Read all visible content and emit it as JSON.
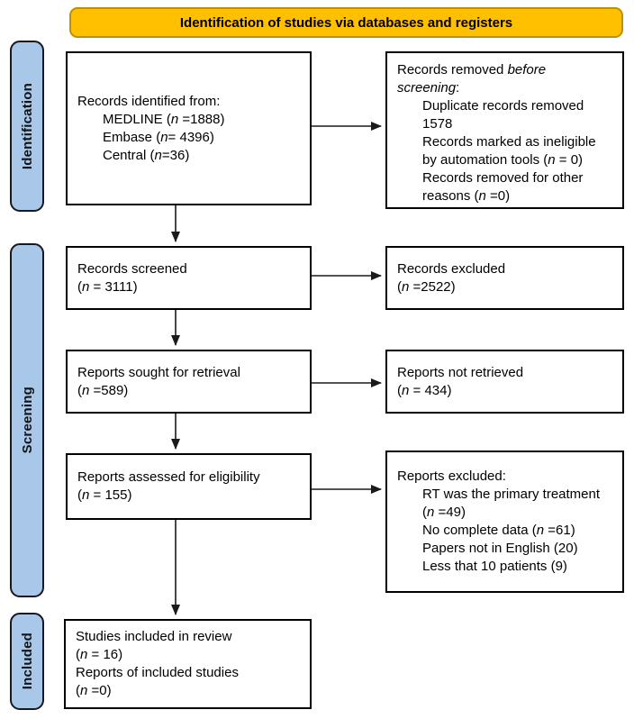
{
  "banner": {
    "label": "Identification of studies via databases and registers",
    "bg": "#FFC000",
    "border": "#BF9000"
  },
  "sidebar": {
    "bg": "#A9C7E8",
    "border": "#16191f",
    "text_color": "#101418",
    "items": [
      {
        "id": "identification",
        "label": "Identification"
      },
      {
        "id": "screening",
        "label": "Screening"
      },
      {
        "id": "included",
        "label": "Included"
      }
    ]
  },
  "boxes": {
    "records_identified": {
      "lines": [
        {
          "indent": 0,
          "seg": [
            {
              "t": "Records identified from:"
            }
          ]
        },
        {
          "indent": 1,
          "seg": [
            {
              "t": "MEDLINE ("
            },
            {
              "t": "n",
              "i": true
            },
            {
              "t": " =1888)"
            }
          ]
        },
        {
          "indent": 1,
          "seg": [
            {
              "t": "Embase ("
            },
            {
              "t": "n",
              "i": true
            },
            {
              "t": "= 4396)"
            }
          ]
        },
        {
          "indent": 1,
          "seg": [
            {
              "t": "Central ("
            },
            {
              "t": "n",
              "i": true
            },
            {
              "t": "=36)"
            }
          ]
        }
      ]
    },
    "records_removed": {
      "lines": [
        {
          "indent": 0,
          "seg": [
            {
              "t": "Records removed "
            },
            {
              "t": "before",
              "i": true
            }
          ]
        },
        {
          "indent": 0,
          "seg": [
            {
              "t": "screening",
              "i": true
            },
            {
              "t": ":"
            }
          ]
        },
        {
          "indent": 1,
          "seg": [
            {
              "t": "Duplicate records removed"
            }
          ]
        },
        {
          "indent": 1,
          "seg": [
            {
              "t": "1578"
            }
          ]
        },
        {
          "indent": 1,
          "seg": [
            {
              "t": "Records marked as ineligible"
            }
          ]
        },
        {
          "indent": 1,
          "seg": [
            {
              "t": "by automation tools ("
            },
            {
              "t": "n",
              "i": true
            },
            {
              "t": " = 0)"
            }
          ]
        },
        {
          "indent": 1,
          "seg": [
            {
              "t": "Records removed for other"
            }
          ]
        },
        {
          "indent": 1,
          "seg": [
            {
              "t": "reasons ("
            },
            {
              "t": "n",
              "i": true
            },
            {
              "t": " =0)"
            }
          ]
        }
      ]
    },
    "records_screened": {
      "lines": [
        {
          "indent": 0,
          "seg": [
            {
              "t": "Records screened"
            }
          ]
        },
        {
          "indent": 0,
          "seg": [
            {
              "t": "("
            },
            {
              "t": "n",
              "i": true
            },
            {
              "t": " = 3111)"
            }
          ]
        }
      ]
    },
    "records_excluded": {
      "lines": [
        {
          "indent": 0,
          "seg": [
            {
              "t": "Records excluded"
            }
          ]
        },
        {
          "indent": 0,
          "seg": [
            {
              "t": "("
            },
            {
              "t": "n",
              "i": true
            },
            {
              "t": " =2522)"
            }
          ]
        }
      ]
    },
    "reports_sought": {
      "lines": [
        {
          "indent": 0,
          "seg": [
            {
              "t": "Reports sought for retrieval"
            }
          ]
        },
        {
          "indent": 0,
          "seg": [
            {
              "t": "("
            },
            {
              "t": "n",
              "i": true
            },
            {
              "t": " =589)"
            }
          ]
        }
      ]
    },
    "reports_not_retrieved": {
      "lines": [
        {
          "indent": 0,
          "seg": [
            {
              "t": "Reports not retrieved"
            }
          ]
        },
        {
          "indent": 0,
          "seg": [
            {
              "t": "("
            },
            {
              "t": "n",
              "i": true
            },
            {
              "t": " = 434)"
            }
          ]
        }
      ]
    },
    "reports_assessed": {
      "lines": [
        {
          "indent": 0,
          "seg": [
            {
              "t": "Reports assessed for eligibility"
            }
          ]
        },
        {
          "indent": 0,
          "seg": [
            {
              "t": "("
            },
            {
              "t": "n",
              "i": true
            },
            {
              "t": " = 155)"
            }
          ]
        }
      ]
    },
    "reports_excluded": {
      "lines": [
        {
          "indent": 0,
          "seg": [
            {
              "t": "Reports excluded:"
            }
          ]
        },
        {
          "indent": 1,
          "seg": [
            {
              "t": "RT was the primary treatment"
            }
          ]
        },
        {
          "indent": 1,
          "seg": [
            {
              "t": "("
            },
            {
              "t": "n",
              "i": true
            },
            {
              "t": " =49)"
            }
          ]
        },
        {
          "indent": 1,
          "seg": [
            {
              "t": "No complete data ("
            },
            {
              "t": "n",
              "i": true
            },
            {
              "t": " =61)"
            }
          ]
        },
        {
          "indent": 1,
          "seg": [
            {
              "t": "Papers not in English (20)"
            }
          ]
        },
        {
          "indent": 1,
          "seg": [
            {
              "t": "Less that 10 patients (9)"
            }
          ]
        }
      ]
    },
    "studies_included": {
      "lines": [
        {
          "indent": 0,
          "seg": [
            {
              "t": "Studies included in review"
            }
          ]
        },
        {
          "indent": 0,
          "seg": [
            {
              "t": "("
            },
            {
              "t": "n",
              "i": true
            },
            {
              "t": " = 16)"
            }
          ]
        },
        {
          "indent": 0,
          "seg": [
            {
              "t": "Reports of included studies"
            }
          ]
        },
        {
          "indent": 0,
          "seg": [
            {
              "t": "("
            },
            {
              "t": "n",
              "i": true
            },
            {
              "t": " =0)"
            }
          ]
        }
      ]
    }
  }
}
